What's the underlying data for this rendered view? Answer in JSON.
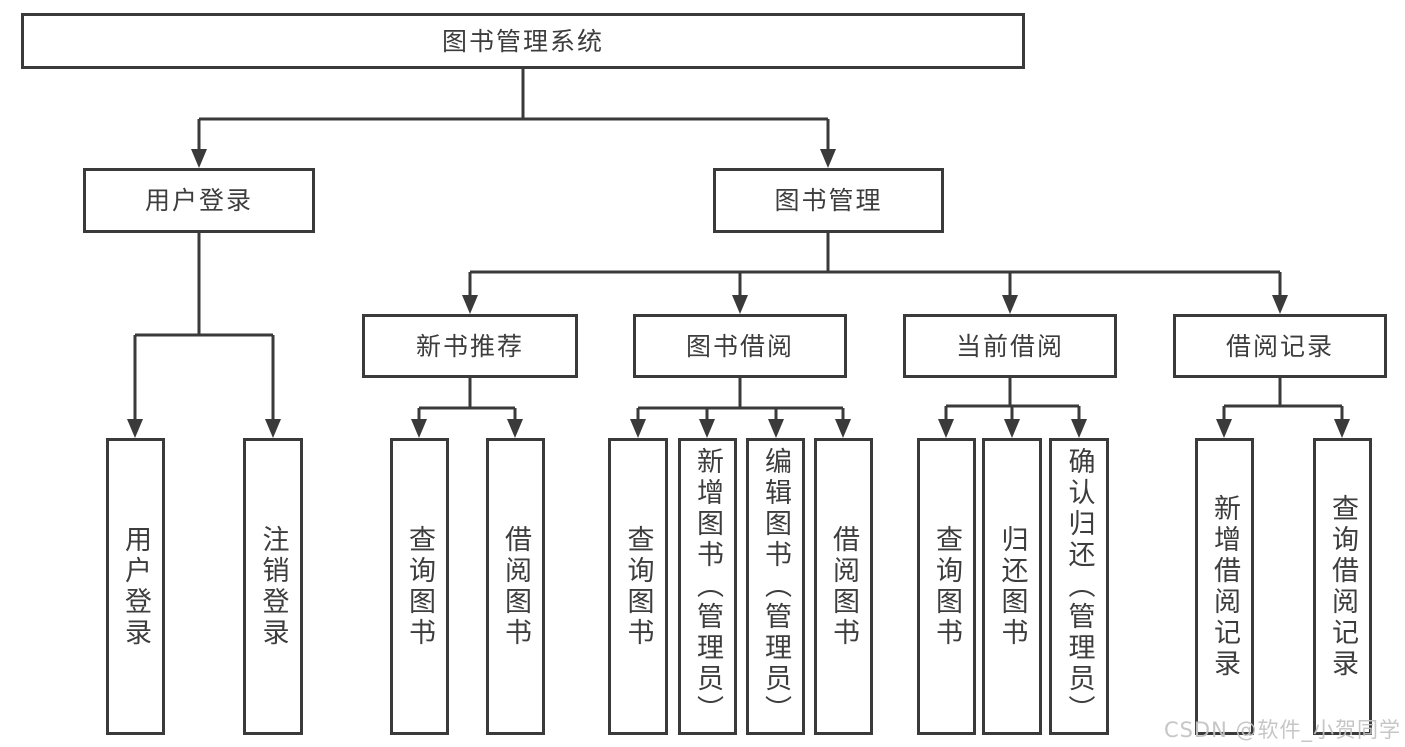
{
  "diagram": {
    "root": {
      "label": "图书管理系统"
    },
    "level2": {
      "user_login": {
        "label": "用户登录"
      },
      "book_management": {
        "label": "图书管理"
      }
    },
    "level3": {
      "new_book_recommend": {
        "label": "新书推荐"
      },
      "book_borrow": {
        "label": "图书借阅"
      },
      "current_borrow": {
        "label": "当前借阅"
      },
      "borrow_records": {
        "label": "借阅记录"
      }
    },
    "leaves": {
      "user_login": [
        "用户登录",
        "注销登录"
      ],
      "new_book_recommend": [
        "查询图书",
        "借阅图书"
      ],
      "book_borrow": [
        "查询图书",
        "新增图书（管理员）",
        "编辑图书（管理员）",
        "借阅图书"
      ],
      "current_borrow": [
        "查询图书",
        "归还图书",
        "确认归还（管理员）"
      ],
      "borrow_records": [
        "新增借阅记录",
        "查询借阅记录"
      ]
    }
  },
  "watermark": "CSDN @软件_小贺同学",
  "colors": {
    "line": "#3a3a3a",
    "text": "#3d3d3d",
    "watermark": "#c3c3c3",
    "background": "#ffffff"
  }
}
